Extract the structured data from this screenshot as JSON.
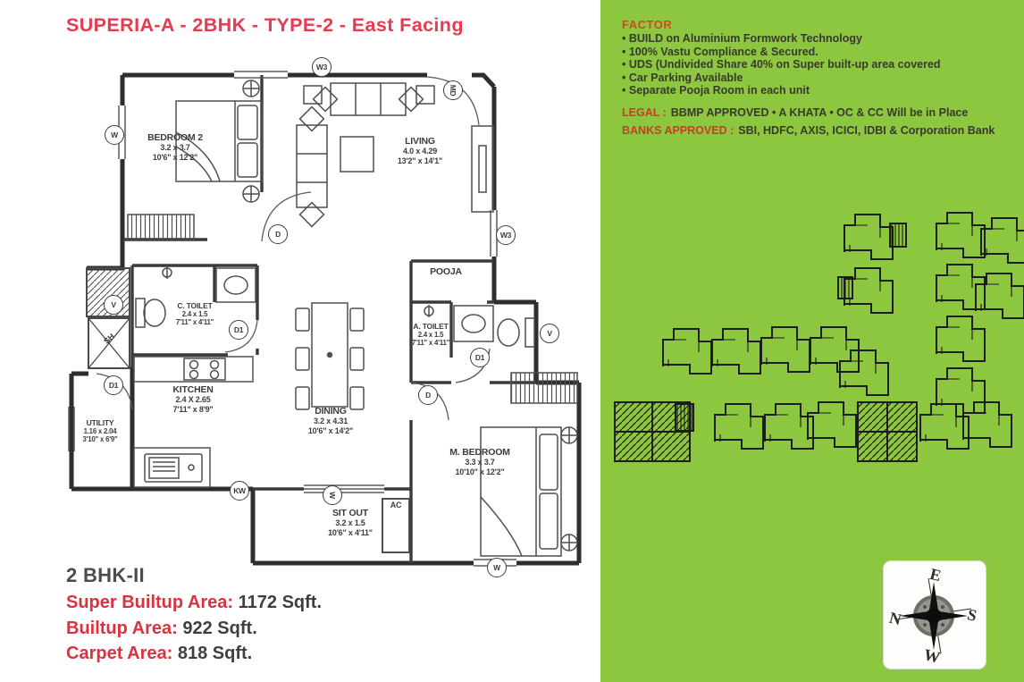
{
  "title": "SUPERIA-A - 2BHK - TYPE-2 - East Facing",
  "floorplan": {
    "rooms": {
      "bedroom2": {
        "name": "BEDROOM 2",
        "m": "3.2 x 3.7",
        "ft": "10'6\" x 12'2\""
      },
      "living": {
        "name": "LIVING",
        "m": "4.0 x 4.29",
        "ft": "13'2\" x 14'1\""
      },
      "c_toilet": {
        "name": "C. TOILET",
        "m": "2.4 x 1.5",
        "ft": "7'11\" x 4'11\""
      },
      "pooja": {
        "name": "POOJA"
      },
      "a_toilet": {
        "name": "A. TOILET",
        "m": "2.4 x 1.5",
        "ft": "7'11\" x 4'11\""
      },
      "kitchen": {
        "name": "KITCHEN",
        "m": "2.4 X 2.65",
        "ft": "7'11\" x 8'9\""
      },
      "dining": {
        "name": "DINING",
        "m": "3.2 x 4.31",
        "ft": "10'6\" x 14'2\""
      },
      "utility": {
        "name": "UTILITY",
        "m": "1.16 x 2.04",
        "ft": "3'10\" x 6'9\""
      },
      "sit_out": {
        "name": "SIT OUT",
        "m": "3.2 x 1.5",
        "ft": "10'6\" x 4'11\""
      },
      "m_bedroom": {
        "name": "M. BEDROOM",
        "m": "3.3 x 3.7",
        "ft": "10'10\" x 12'2\""
      },
      "shaft": {
        "name": "SH"
      },
      "ac": {
        "name": "AC"
      }
    },
    "markers": {
      "w3_top": "W3",
      "md": "MD",
      "w_left": "W",
      "d_living": "D",
      "w3_right": "W3",
      "v_shaft": "V",
      "d1_ctoilet": "D1",
      "d1_utility": "D1",
      "kw": "KW",
      "w_sitout": "W",
      "d_mbed": "D",
      "d1_atoilet": "D1",
      "v_atoilet": "V",
      "w_bottom": "W"
    }
  },
  "summary": {
    "unit_label": "2 BHK-II",
    "rows": [
      {
        "label": "Super Builtup Area:",
        "value": "1172 Sqft."
      },
      {
        "label": "Builtup Area:",
        "value": "922 Sqft."
      },
      {
        "label": "Carpet Area:",
        "value": "818 Sqft."
      }
    ]
  },
  "panel": {
    "factor_heading": "FACTOR",
    "factor_items": [
      "BUILD on Aluminium Formwork Technology",
      "100% Vastu Compliance & Secured.",
      "UDS (Undivided Share 40% on Super built-up area covered",
      "Car Parking Available",
      "Separate Pooja Room in each unit"
    ],
    "legal_label": "LEGAL :",
    "legal_text": "BBMP APPROVED • A KHATA • OC & CC Will be in Place",
    "banks_label": "BANKS APPROVED :",
    "banks_text": "SBI, HDFC, AXIS, ICICI, IDBI & Corporation Bank"
  },
  "compass": {
    "top": "E",
    "right": "S",
    "bottom": "W",
    "left": "N"
  },
  "colors": {
    "green": "#8dc63f",
    "title_red": "#e83a50",
    "accent_red": "#cf4b22",
    "summary_red": "#d8333f",
    "ink": "#39392f",
    "plan_line": "#3c3c3c"
  }
}
